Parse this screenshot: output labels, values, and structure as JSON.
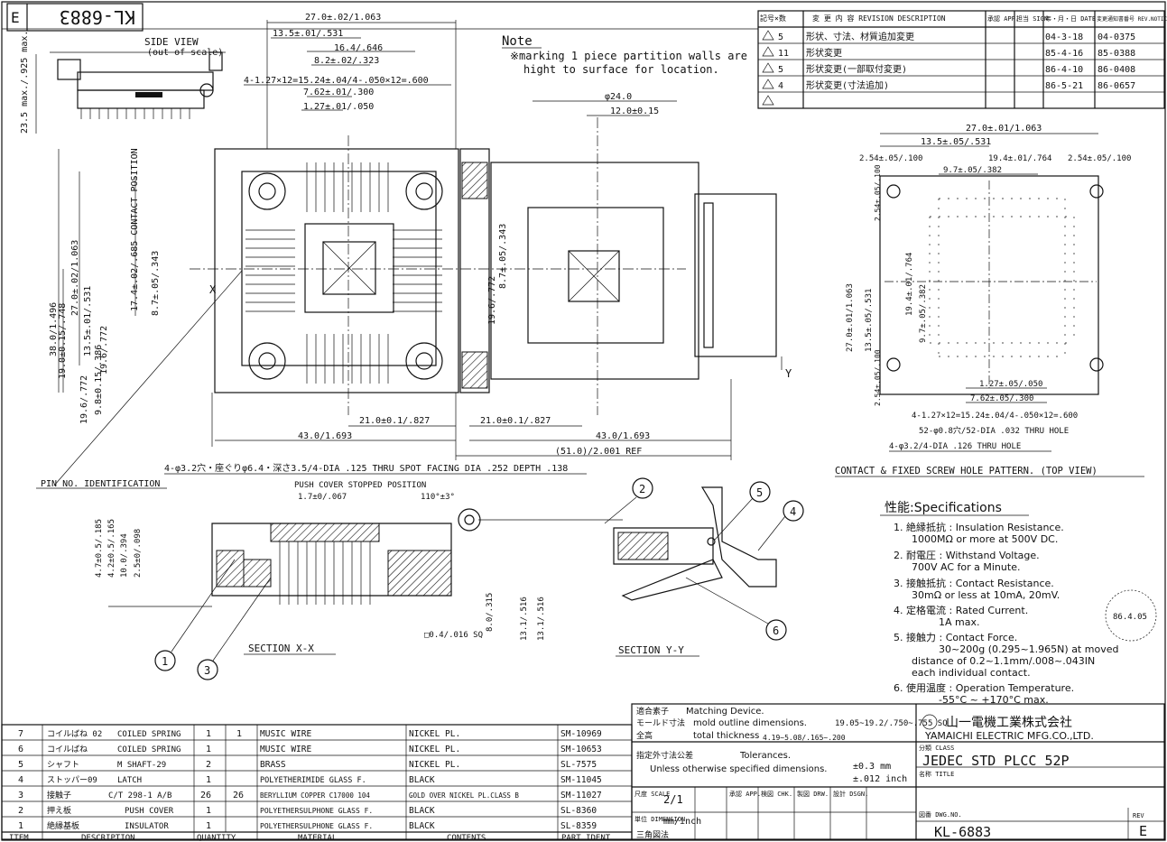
{
  "sheet": {
    "code": "KL-6883",
    "code_bottom": "KL-6883",
    "rev_letter": "E",
    "rev_header": "REV"
  },
  "side_view": {
    "label": "SIDE VIEW",
    "note": "(out of scale)",
    "height_dim": "23.5 max./.925 max."
  },
  "note": {
    "title": "Note",
    "text_line1": "※marking 1 piece partition walls are",
    "text_line2": "hight to surface for location."
  },
  "dims_top": {
    "d1": "27.0±.02/1.063",
    "d2": "13.5±.01/.531",
    "d3": "16.4/.646",
    "d4": "8.2±.02/.323",
    "d5": "4-1.27×12=15.24±.04/4-.050×12=.600",
    "d6": "7.62±.01/.300",
    "d7": "1.27±.01/.050",
    "d8": "φ24.0",
    "d9": "12.0±0.15"
  },
  "dims_left": {
    "d1": "38.0/1.496",
    "d2": "27.0±.02/1.063",
    "d3": "19.0±0.15/.748",
    "d4": "13.5±.01/.531",
    "d5": "17.4±.02/.685 CONTACT POSITION",
    "d6": "8.7±.05/.343",
    "d7": "19.6/.772",
    "d8": "9.8±0.15/.386",
    "d9": "19.6/.772"
  },
  "dims_bottom": {
    "d1": "21.0±0.1/.827",
    "d2": "21.0±0.1/.827",
    "d3": "43.0/1.693",
    "d4": "43.0/1.693",
    "d5": "(51.0)/2.001 REF",
    "d6": "4-φ3.2穴・座ぐりφ6.4・深さ3.5/4-DIA .125 THRU SPOT FACING DIA .252 DEPTH .138",
    "pin_id": "PIN NO. IDENTIFICATION"
  },
  "marks": {
    "x": "X",
    "y": "Y"
  },
  "revision_table": {
    "headers": [
      "記号×数",
      "変 更 内 容 REVISION DESCRIPTION",
      "承認 APP.",
      "担当 SIGN.",
      "年・月・日 DATE",
      "変更通知書番号 REV.NOTICE NO."
    ],
    "rows": [
      [
        "5",
        "形状、寸法、材質追加変更",
        "",
        "",
        "04-3-18",
        "04-0375"
      ],
      [
        "11",
        "形状変更",
        "",
        "",
        "85-4-16",
        "85-0388"
      ],
      [
        "5",
        "形状変更(一部取付変更)",
        "",
        "",
        "86-4-10",
        "86-0408"
      ],
      [
        "4",
        "形状変更(寸法追加)",
        "",
        "",
        "86-5-21",
        "86-0657"
      ],
      [
        "",
        "",
        "",
        "",
        "",
        ""
      ]
    ]
  },
  "pattern": {
    "d1": "27.0±.01/1.063",
    "d2": "13.5±.05/.531",
    "d3": "2.54±.05/.100",
    "d4": "19.4±.01/.764",
    "d5": "2.54±.05/.100",
    "d6": "9.7±.05/.382",
    "d7": "2.54±.05/.100",
    "d8": "27.0±.01/1.063",
    "d9": "13.5±.05/.531",
    "d10": "19.4±.01/.764",
    "d11": "9.7±.05/.382",
    "d12": "1.27±.05/.050",
    "d13": "7.62±.05/.300",
    "d14": "2.54±.05/.100",
    "d15": "4-1.27×12=15.24±.04/4-.050×12=.600",
    "d16": "52-φ0.8穴/52-DIA .032 THRU HOLE",
    "d17": "4-φ3.2/4-DIA .126 THRU HOLE",
    "title": "CONTACT & FIXED SCREW HOLE PATTERN. (TOP VIEW)"
  },
  "section_x": {
    "label": "SECTION X-X",
    "push_cover": "PUSH COVER STOPPED POSITION",
    "d1": "1.7±0/.067",
    "d2": "4.7±0.5/.185",
    "d3": "4.2±0.5/.165",
    "d4": "10.0/.394",
    "d5": "2.5±0/.098",
    "d6": "8.0/.315",
    "d7": "13.1/.516",
    "d8": "13.1/.516",
    "d9": "□0.4/.016 SQ",
    "angle": "110°±3°"
  },
  "section_y": {
    "label": "SECTION Y-Y"
  },
  "balloons": [
    "1",
    "2",
    "3",
    "4",
    "5",
    "6"
  ],
  "specs": {
    "title": "性能:Specifications",
    "lines": [
      "1. 絶縁抵抗 : Insulation Resistance.",
      "1000MΩ or more at 500V DC.",
      "2. 耐電圧 : Withstand Voltage.",
      "700V AC for a Minute.",
      "3. 接触抵抗 : Contact Resistance.",
      "30mΩ or less at 10mA, 20mV.",
      "4. 定格電流 : Rated Current.",
      "1A max.",
      "5. 接触力 : Contact Force.",
      "30~200g (0.295~1.965N) at moved",
      "distance of 0.2~1.1mm/.008~.043IN",
      "each individual contact.",
      "6. 使用温度 : Operation Temperature.",
      "-55°C ~ +170°C max."
    ],
    "stamp": "86.4.05"
  },
  "title_block": {
    "matching_jp": "適合素子",
    "matching_en": "Matching Device.",
    "mold_jp": "モールド寸法",
    "mold_en": "mold outline dimensions.",
    "mold_val": "19.05~19.2/.750~.755 SQ",
    "thick_jp": "全高",
    "thick_en": "total thickness",
    "thick_val": "4.19~5.08/.165~.200",
    "tol_jp": "指定外寸法公差",
    "tol_en1": "Tolerances.",
    "tol_en2": "Unless otherwise specified dimensions.",
    "tol_val1": "±0.3 mm",
    "tol_val2": "±.012 inch",
    "company_jp": "山一電機工業株式会社",
    "company_en": "YAMAICHI ELECTRIC MFG.CO.,LTD.",
    "name_label": "分類 CLASS",
    "title": "JEDEC STD PLCC 52P",
    "title_label": "名称 TITLE",
    "scale_label": "尺度 SCALE",
    "scale": "2/1",
    "unit_label": "単位 DIMENSION",
    "unit": "mm/inch",
    "proj": "三角図法",
    "app_label": "承認 APP.",
    "chk_label": "検図 CHK.",
    "drw_label": "製図 DRW.",
    "dsgn_label": "設計 DSGN.",
    "dwg_label": "図番 DWG.NO.",
    "dwg": "KL-6883"
  },
  "bom": {
    "headers": [
      "ITEM",
      "DESCRIPTION",
      "QUANTITY",
      "MATERIAL",
      "CONTENTS",
      "PART IDENT."
    ],
    "rows": [
      [
        "7",
        "コイルばね 02",
        "COILED SPRING",
        "1",
        "1",
        "MUSIC WIRE",
        "NICKEL PL.",
        "SM-10969"
      ],
      [
        "6",
        "コイルばね",
        "COILED SPRING",
        "1",
        "",
        "MUSIC WIRE",
        "NICKEL PL.",
        "SM-10653"
      ],
      [
        "5",
        "シャフト",
        "M SHAFT-29",
        "2",
        "",
        "BRASS",
        "NICKEL PL.",
        "SL-7575"
      ],
      [
        "4",
        "ストッパー09",
        "LATCH",
        "1",
        "",
        "POLYETHERIMIDE GLASS F.",
        "BLACK",
        "SM-11045"
      ],
      [
        "3",
        "接触子",
        "C/T 298-1 A/B",
        "26",
        "26",
        "BERYLLIUM COPPER C17000 104",
        "GOLD OVER NICKEL PL.CLASS B",
        "SM-11027"
      ],
      [
        "2",
        "押え板",
        "PUSH COVER",
        "1",
        "",
        "POLYETHERSULPHONE GLASS F.",
        "BLACK",
        "SL-8360"
      ],
      [
        "1",
        "絶縁基板",
        "INSULATOR",
        "1",
        "",
        "POLYETHERSULPHONE GLASS F.",
        "BLACK",
        "SL-8359"
      ]
    ]
  }
}
